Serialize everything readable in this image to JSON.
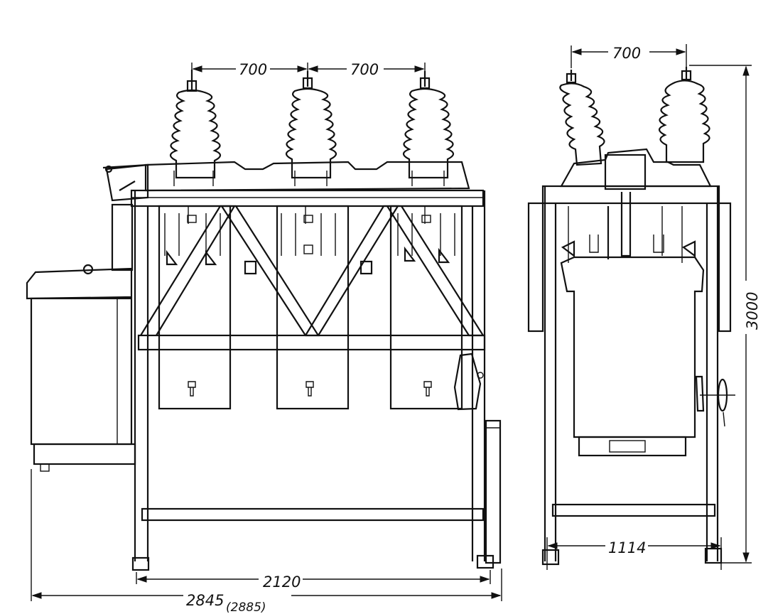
{
  "front_view": {
    "dim_phase_spacing_left": "700",
    "dim_phase_spacing_right": "700",
    "dim_leg_span": "2120",
    "dim_overall_width": "2845",
    "dim_overall_width_alt": "(2885)"
  },
  "side_view": {
    "dim_phase_spacing": "700",
    "dim_height": "3000",
    "dim_base_width": "1114"
  }
}
